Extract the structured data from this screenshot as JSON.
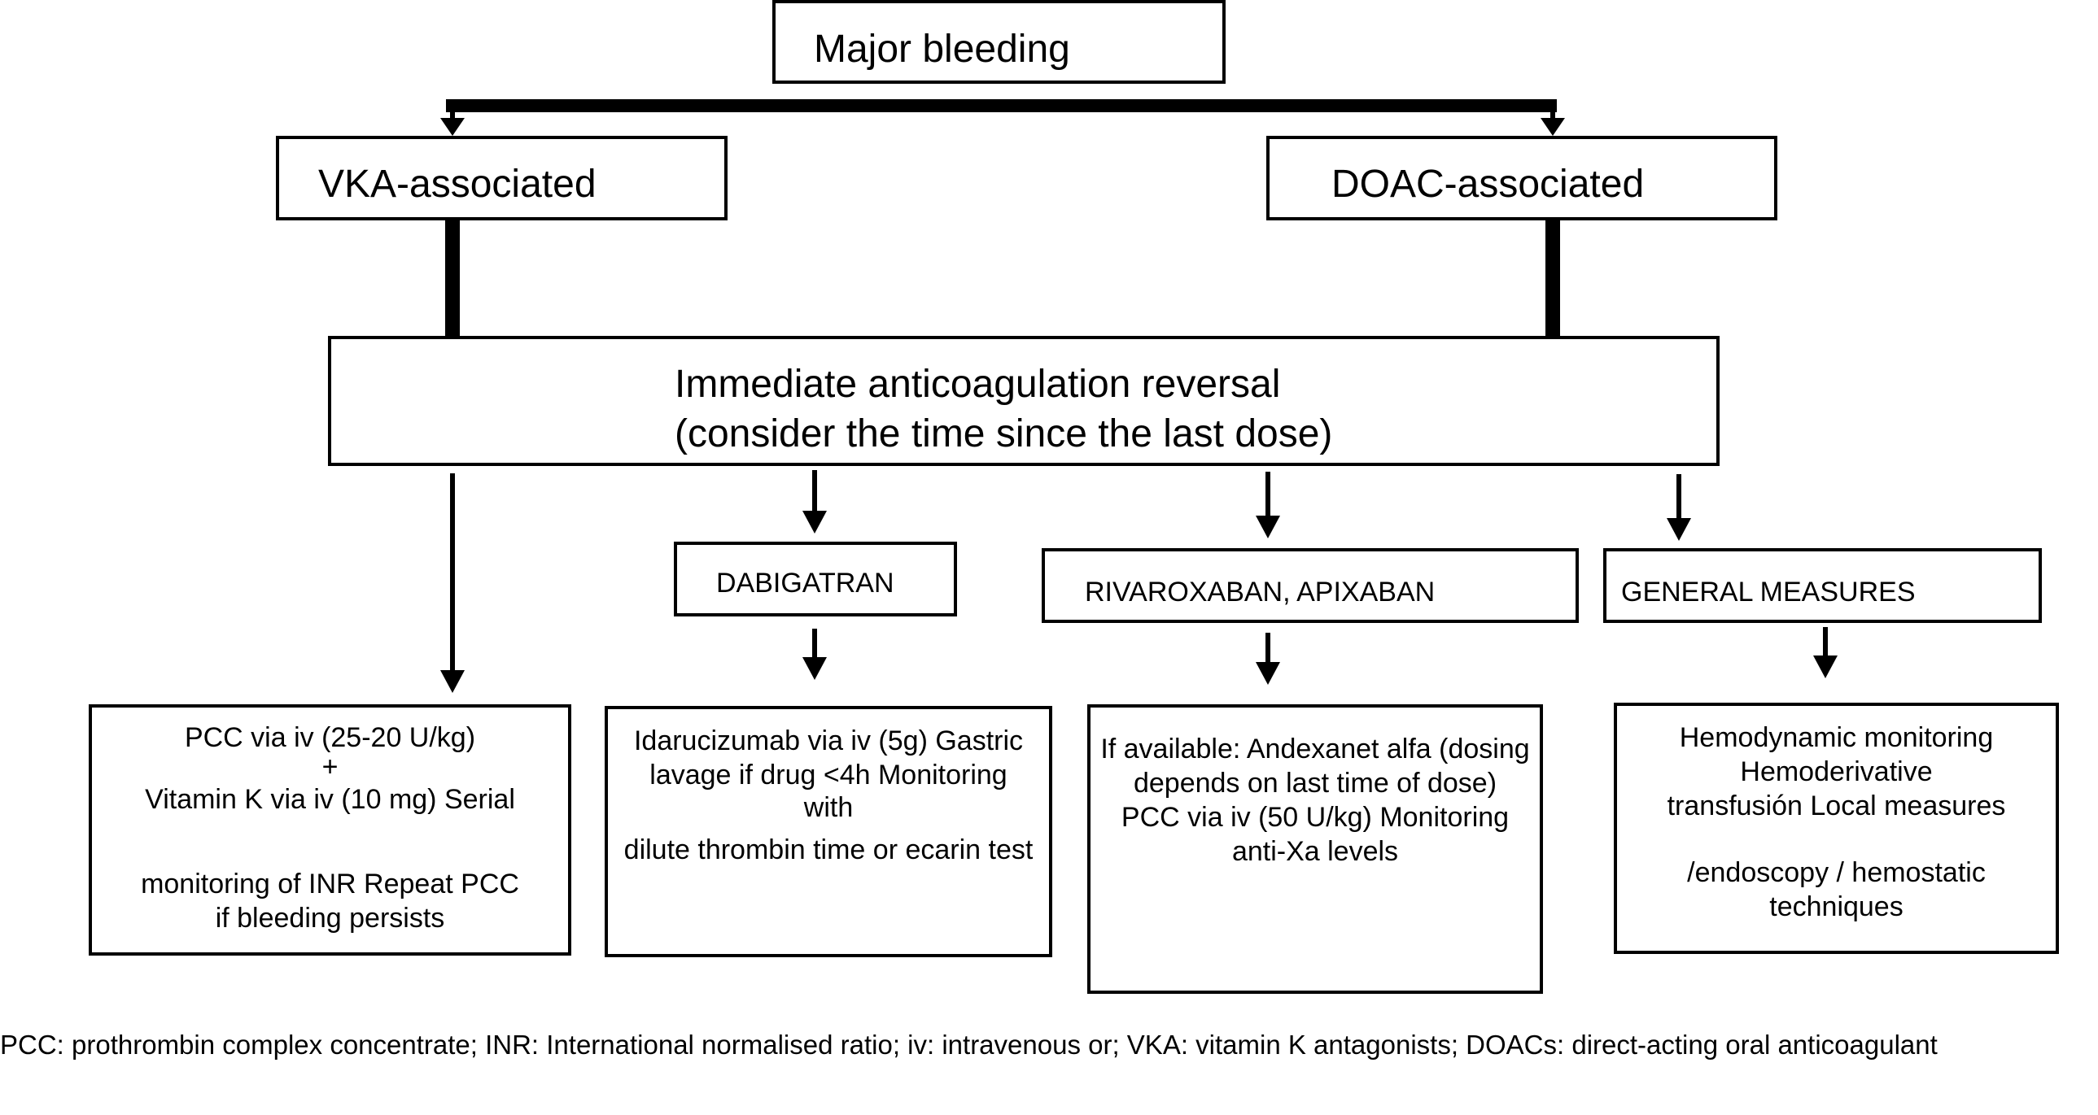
{
  "diagram": {
    "root": "Major bleeding",
    "vka": "VKA-associated",
    "doac": "DOAC-associated",
    "reversal": {
      "line1": "Immediate anticoagulation reversal",
      "line2": "(consider the time since the last dose)"
    },
    "dabigatran": "DABIGATRAN",
    "rivaroxaban": "RIVAROXABAN, APIXABAN",
    "general": "GENERAL MEASURES",
    "pcc_box": {
      "l1": "PCC via iv (25-20 U/kg)",
      "l2": "+",
      "l3": "Vitamin K via iv (10 mg) Serial",
      "l4": "monitoring of INR Repeat PCC",
      "l5": "if bleeding persists"
    },
    "idarucizumab_box": {
      "l1": "Idarucizumab via iv (5g) Gastric",
      "l2": "lavage if drug <4h Monitoring",
      "l3": "with",
      "l4": "dilute thrombin time or ecarin test"
    },
    "andexanet_box": {
      "l1": "If available: Andexanet alfa (dosing",
      "l2": "depends on last time of dose)",
      "l3": "PCC via iv (50 U/kg) Monitoring",
      "l4": "anti-Xa levels"
    },
    "general_box": {
      "l1": "Hemodynamic monitoring",
      "l2": "Hemoderivative",
      "l3": "transfusión Local measures",
      "l4": "/endoscopy / hemostatic",
      "l5": "techniques"
    },
    "footnote": "PCC: prothrombin complex concentrate; INR: International normalised ratio; iv: intravenous or; VKA: vitamin K antagonists; DOACs: direct-acting oral anticoagulant"
  }
}
